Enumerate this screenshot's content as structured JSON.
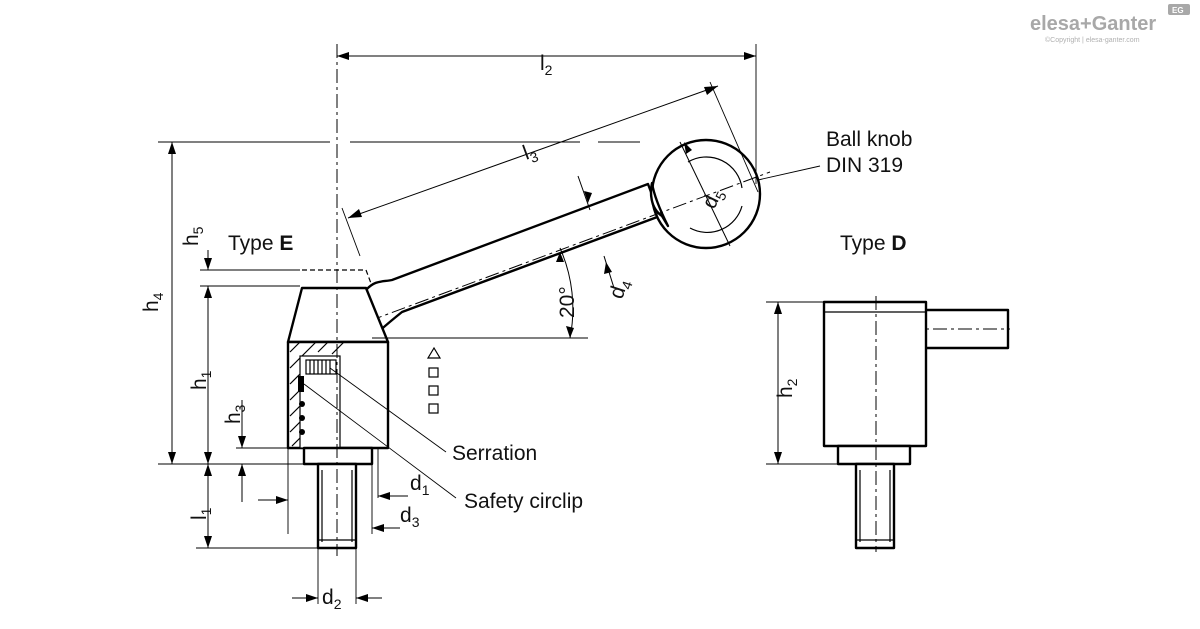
{
  "logo": {
    "brand": "elesa+Ganter",
    "badge": "EG",
    "copyright": "©Copyright | elesa-ganter.com"
  },
  "labels": {
    "l2": {
      "base": "l",
      "sub": "2"
    },
    "l3": {
      "base": "l",
      "sub": "3"
    },
    "h4": {
      "base": "h",
      "sub": "4"
    },
    "h5": {
      "base": "h",
      "sub": "5"
    },
    "h1": {
      "base": "h",
      "sub": "1"
    },
    "h3": {
      "base": "h",
      "sub": "3"
    },
    "l1": {
      "base": "l",
      "sub": "1"
    },
    "h2": {
      "base": "h",
      "sub": "2"
    },
    "d1": {
      "base": "d",
      "sub": "1"
    },
    "d2": {
      "base": "d",
      "sub": "2"
    },
    "d3": {
      "base": "d",
      "sub": "3"
    },
    "d4": {
      "base": "d",
      "sub": "4"
    },
    "d5": {
      "base": "d",
      "sub": "5"
    }
  },
  "angle": "20°",
  "type_e": {
    "prefix": "Type ",
    "letter": "E"
  },
  "type_d": {
    "prefix": "Type ",
    "letter": "D"
  },
  "ball_knob": {
    "line1": "Ball knob",
    "line2": "DIN 319"
  },
  "serration": "Serration",
  "safety_circlip": "Safety circlip",
  "colors": {
    "line": "#000000",
    "logo": "#a8a8a8",
    "background": "#ffffff"
  }
}
